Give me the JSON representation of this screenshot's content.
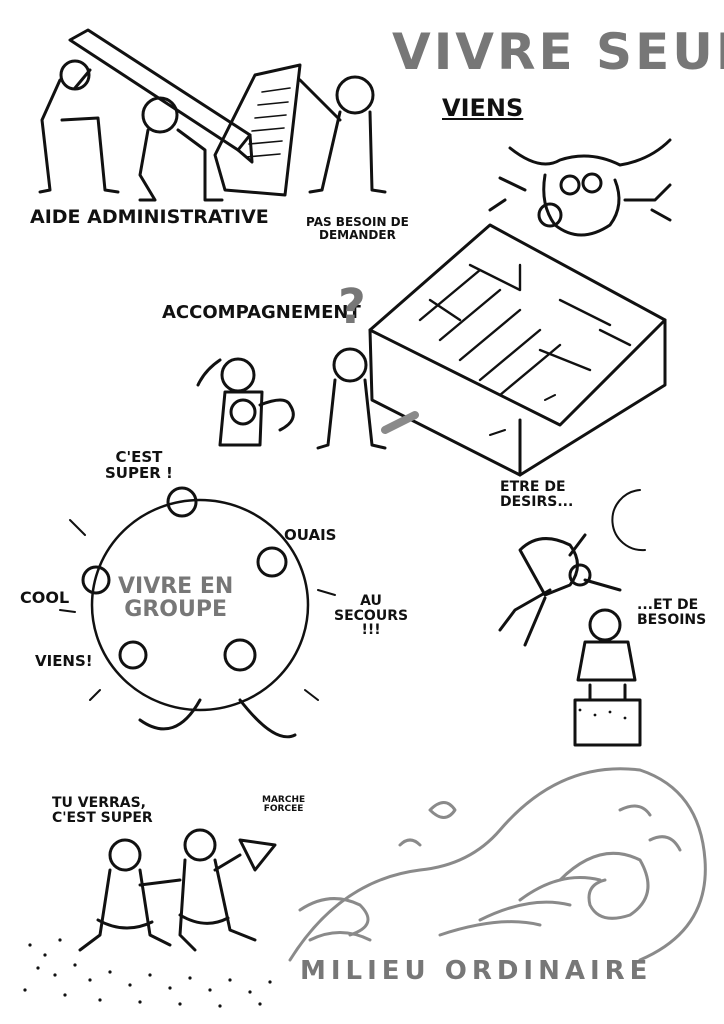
{
  "title": "VIVRE SEUL",
  "labels": {
    "viens_top": "VIENS",
    "aide": "AIDE ADMINISTRATIVE",
    "pas_besoin": [
      "PAS BESOIN DE",
      "DEMANDER"
    ],
    "accompagnement": "ACCOMPAGNEMENT",
    "cest_super": [
      "C'EST",
      "SUPER !"
    ],
    "ouais": "OUAIS",
    "cool": "COOL",
    "vivre_groupe": [
      "VIVRE EN",
      "GROUPE"
    ],
    "au_secours": [
      "AU",
      "SECOURS",
      "!!!"
    ],
    "viens_left": "VIENS!",
    "etre_desirs": [
      "ETRE DE",
      "DESIRS..."
    ],
    "et_besoins": [
      "...ET DE",
      "BESOINS"
    ],
    "tu_verras": [
      "TU VERRAS,",
      "C'EST SUPER"
    ],
    "marche_forcee": [
      "MARCHE",
      "FORCEE"
    ],
    "milieu": "MILIEU ORDINAIRE"
  },
  "colors": {
    "ink": "#111111",
    "gray": "#7a7a7a",
    "paper": "#ffffff"
  }
}
